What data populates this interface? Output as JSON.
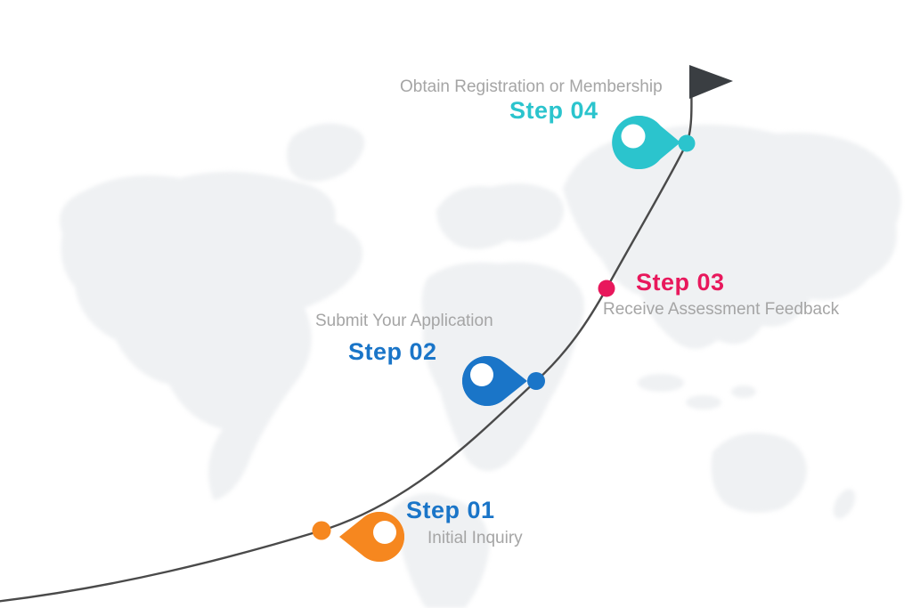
{
  "colors": {
    "blue": "#1a75c8",
    "teal": "#2bc4cd",
    "crimson": "#e8185c",
    "orange": "#f6871f",
    "line": "#4a4a4a",
    "flag": "#3a3e42",
    "label_gray": "#a5a5a5",
    "map": "#eff1f3"
  },
  "steps": [
    {
      "title": "Step 01",
      "caption": "Initial Inquiry",
      "marker": "location-pin-icon",
      "pin_direction": "left",
      "color": "orange"
    },
    {
      "title": "Step 02",
      "caption": "Submit Your Application",
      "marker": "location-pin-icon",
      "pin_direction": "right",
      "color": "blue"
    },
    {
      "title": "Step 03",
      "caption": "Receive Assessment Feedback",
      "marker": "dot-icon",
      "pin_direction": "none",
      "color": "crimson"
    },
    {
      "title": "Step 04",
      "caption": "Obtain Registration or Membership",
      "marker": "location-pin-icon",
      "pin_direction": "right",
      "color": "teal"
    }
  ],
  "decorations": {
    "flag": "finish-flag-icon",
    "path": "journey-curve",
    "background": "faint-world-map"
  }
}
